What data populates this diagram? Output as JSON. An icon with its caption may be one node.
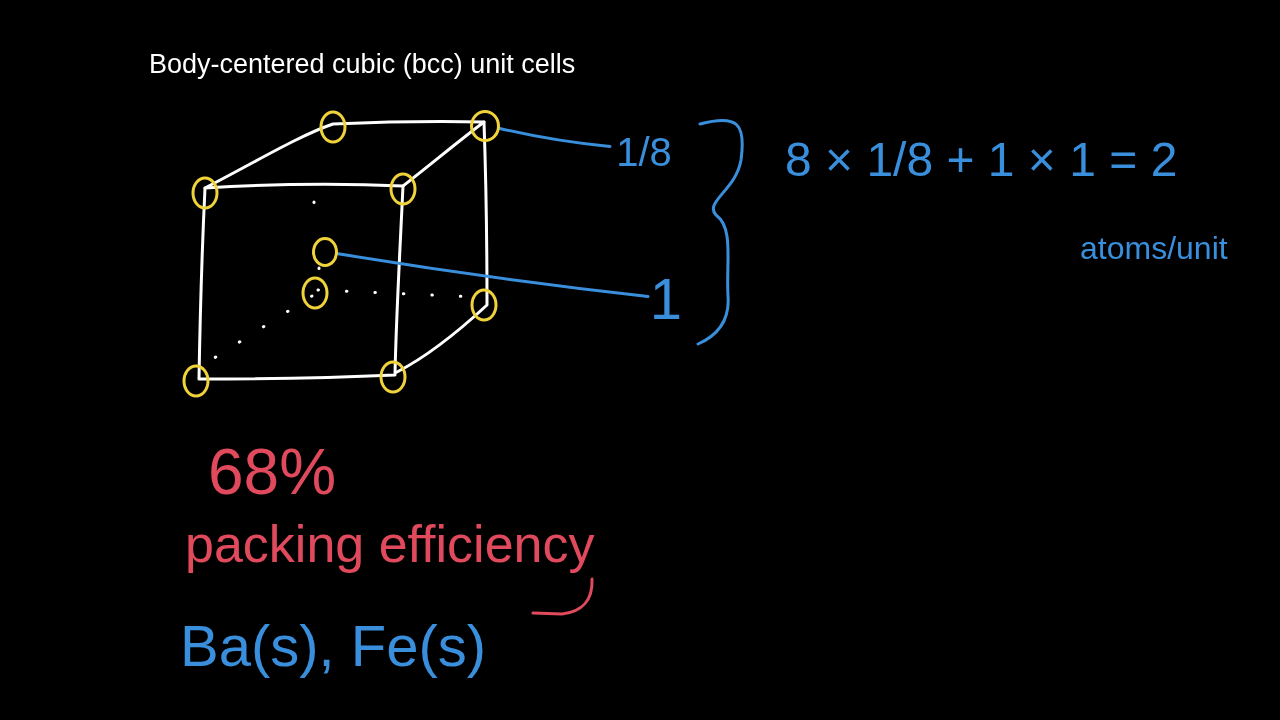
{
  "diagram": {
    "title": "Body-centered cubic (bcc) unit cells",
    "nodes": [
      {
        "text": [
          "1/8"
        ]
      },
      {
        "text": [
          "1"
        ]
      },
      {
        "text": [],
        "shape": "circle"
      },
      {
        "text": [],
        "shape": "circle"
      }
    ],
    "edges": [
      {
        "from": 0,
        "to": 2,
        "arrow": "none"
      },
      {
        "from": 1,
        "to": 3,
        "arrow": "none"
      }
    ],
    "labels": [
      "8 × 1/8 + 1 × 1 = 2",
      "atoms/unit",
      "68%",
      "packing efficiency",
      "Ba(s), Fe(s)"
    ]
  }
}
